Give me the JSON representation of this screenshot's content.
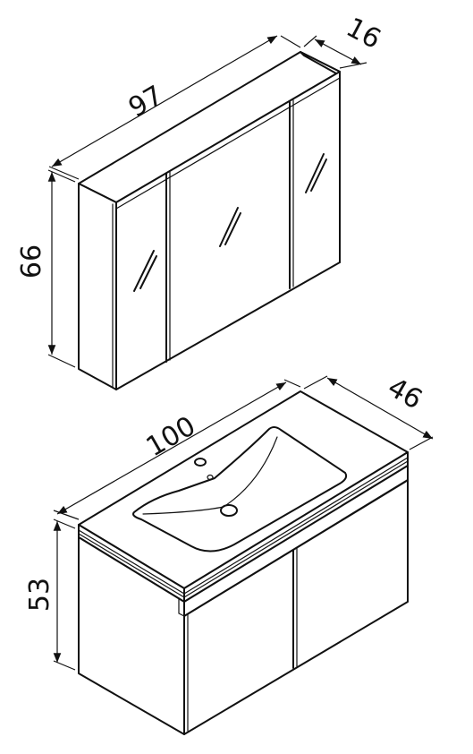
{
  "mirror_cabinet": {
    "width": "97",
    "depth": "16",
    "height": "66"
  },
  "vanity_unit": {
    "width": "100",
    "depth": "46",
    "height": "53"
  }
}
